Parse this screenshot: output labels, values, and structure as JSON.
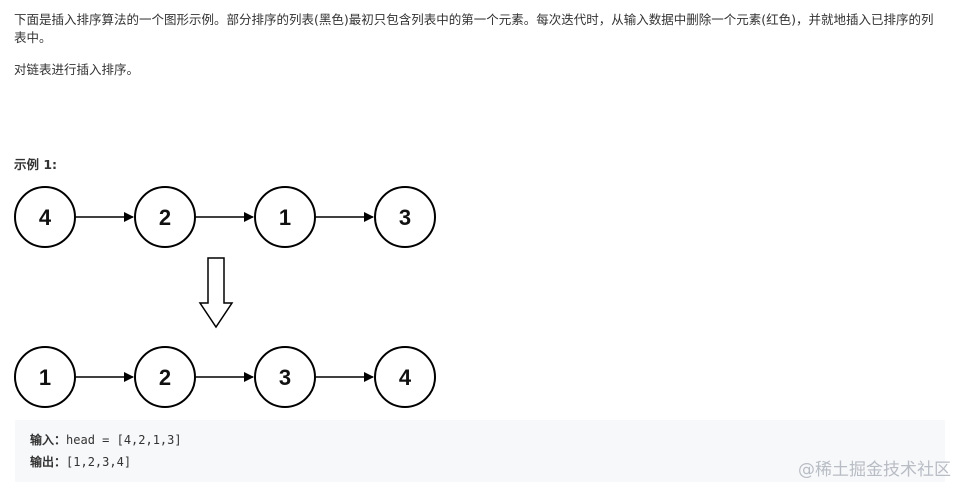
{
  "description": {
    "intro": "下面是插入排序算法的一个图形示例。部分排序的列表(黑色)最初只包含列表中的第一个元素。每次迭代时，从输入数据中删除一个元素(红色)，并就地插入已排序的列表中。",
    "task": "对链表进行插入排序。"
  },
  "example": {
    "title": "示例 1:",
    "before_nodes": [
      "4",
      "2",
      "1",
      "3"
    ],
    "after_nodes": [
      "1",
      "2",
      "3",
      "4"
    ],
    "input_label": "输入：",
    "input_value": "head = [4,2,1,3]",
    "output_label": "输出：",
    "output_value": "[1,2,3,4]"
  },
  "watermark": "@稀土掘金技术社区"
}
